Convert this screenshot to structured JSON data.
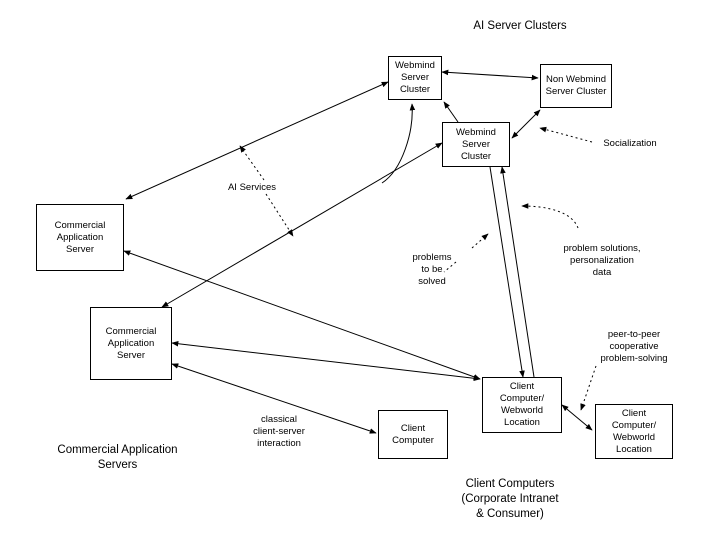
{
  "titles": {
    "ai_clusters": "AI Server Clusters",
    "commercial_servers": "Commercial Application\nServers",
    "client_computers": "Client Computers\n(Corporate Intranet\n& Consumer)"
  },
  "nodes": {
    "webmind_top": "Webmind\nServer\nCluster",
    "non_webmind": "Non Webmind\nServer Cluster",
    "webmind_mid": "Webmind\nServer\nCluster",
    "commercial_1": "Commercial\nApplication\nServer",
    "commercial_2": "Commercial\nApplication\nServer",
    "client_center": "Client\nComputer/\nWebworld\nLocation",
    "client_right": "Client\nComputer/\nWebworld\nLocation",
    "client_computer": "Client\nComputer"
  },
  "annotations": {
    "socialization": "Socialization",
    "ai_services": "AI Services",
    "problems": "problems\nto be\nsolved",
    "solutions": "problem solutions,\npersonalization\ndata",
    "p2p": "peer-to-peer\ncooperative\nproblem-solving",
    "classical": "classical\nclient-server\ninteraction"
  },
  "colors": {
    "line": "#000000",
    "background": "#ffffff"
  }
}
